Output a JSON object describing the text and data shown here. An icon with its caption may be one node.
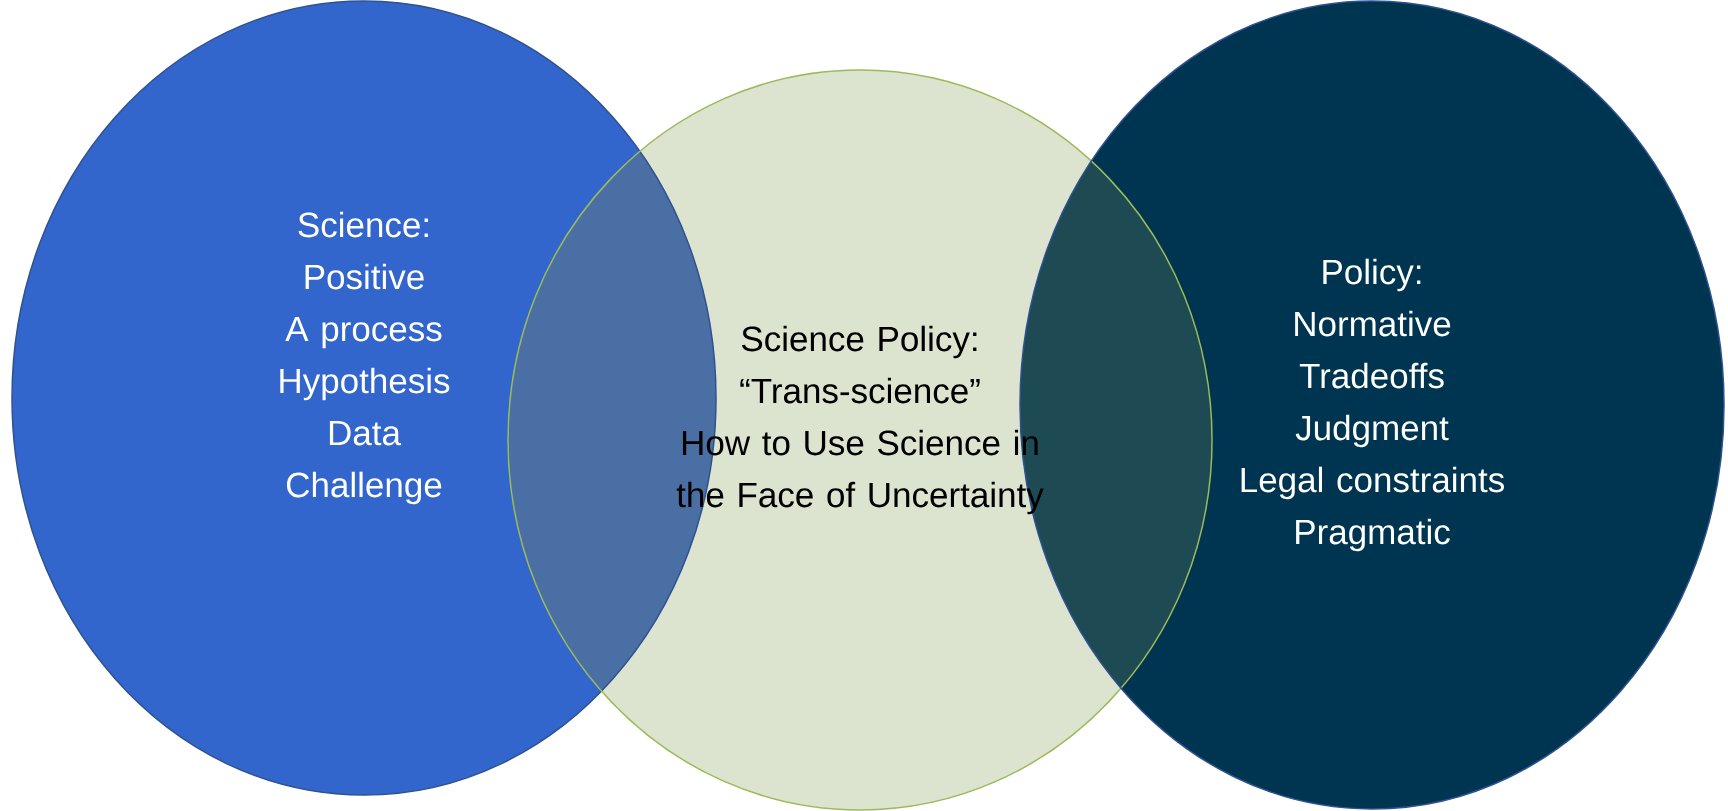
{
  "diagram": {
    "nodes": [
      {
        "text": [
          "Science:",
          "Positive",
          "A process",
          "Hypothesis",
          "Data",
          "Challenge"
        ]
      },
      {
        "text": [
          "Science Policy:",
          "“Trans-science”",
          "How to Use Science in the Face of Uncertainty"
        ]
      },
      {
        "text": [
          "Policy:",
          "Normative",
          "Tradeoffs",
          "Judgment",
          "Legal constraints",
          "Pragmatic"
        ]
      }
    ]
  }
}
